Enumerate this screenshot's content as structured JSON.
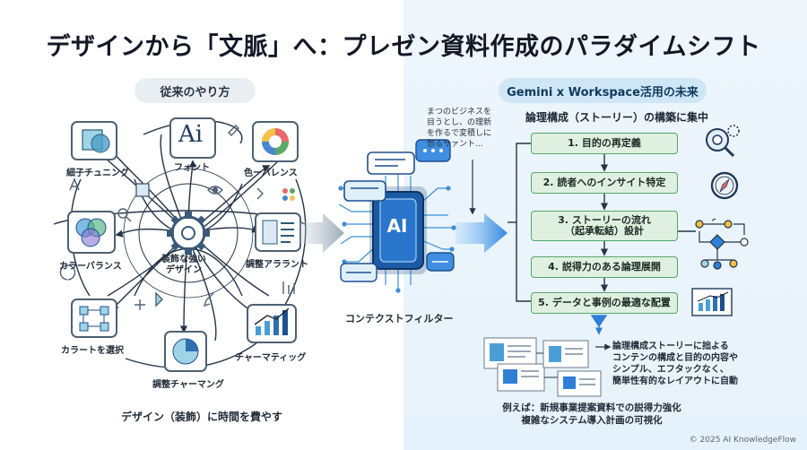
{
  "title": "デザインから「文脈」へ：プレゼン資料作成のパラダイムシフト",
  "left": {
    "header": "従来のやり方",
    "center_label": "装飾な強い\nデザイン",
    "items": [
      {
        "label": "細子チュニング",
        "icon": "color-wheel-icon"
      },
      {
        "label": "フォント",
        "icon": "ai-font-icon"
      },
      {
        "label": "色ーバレンス",
        "icon": "color-palette-icon"
      },
      {
        "label": "カラーバランス",
        "icon": "venn-circles-icon"
      },
      {
        "label": "調整アララント",
        "icon": "layout-icon"
      },
      {
        "label": "カラートを選択",
        "icon": "flow-grid-icon"
      },
      {
        "label": "チャーマティッグ",
        "icon": "bar-chart-icon"
      },
      {
        "label": "調整チャーマング",
        "icon": "pie-chart-icon"
      }
    ],
    "footer": "デザイン（装飾）に時間を費やす"
  },
  "middle": {
    "ai_label": "AI",
    "filter_label": "コンテクストフィルター",
    "scan_text": "まつのビジネスを\n目うとし、の理新\nを作るで変積しに\n想るサァント..."
  },
  "right": {
    "header": "Gemini x Workspace活用の未来",
    "steps_title": "論理構成（ストーリー）の構築に集中",
    "steps": [
      "1. 目的の再定義",
      "2. 読者へのインサイト特定",
      "3. ストーリーの流れ\n（起承転結）設計",
      "4. 説得力のある論理展開",
      "5. データと事例の最適な配置"
    ],
    "description": "論理構成ストーリーに拙よる\nコンテンの構成と目的の内容や\nシンプル、エフタックなく、\n簡単性有的なレイアウトに自動",
    "example": "例えば：新規事業提案資料での説得力強化\n複雑なシステム導入計画の可視化"
  },
  "copyright": "© 2025 AI KnowledgeFlow",
  "colors": {
    "accent_blue": "#2f7fd6",
    "chip": "#1f4f8f",
    "step_green": "#54a868",
    "step_fill": "#dff0e0",
    "line": "#243447"
  }
}
